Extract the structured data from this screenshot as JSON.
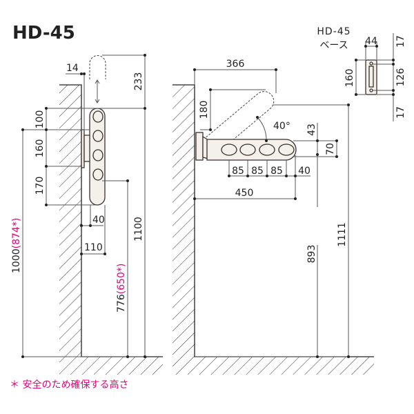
{
  "title": "HD-45",
  "base": {
    "model": "HD-45",
    "label": "ベース",
    "width": "44",
    "height": "160",
    "top_margin": "17",
    "hole_pitch": "126",
    "bottom_margin": "17"
  },
  "side_view": {
    "wall_offset": "14",
    "fold_up": "233",
    "d1": "100",
    "d2": "160",
    "d3": "170",
    "depth_folded": "40",
    "depth_total": "110",
    "total_height": "1100",
    "height_main": "1000",
    "height_safe": "(874*)",
    "lower_height": "776",
    "lower_safe": "(650*)"
  },
  "front_view": {
    "raised_reach": "366",
    "raised_rise": "180",
    "angle": "40°",
    "offset": "43",
    "bar_height": "70",
    "pitches": [
      "85",
      "85",
      "85",
      "40"
    ],
    "length": "450",
    "bar_height_floor": "893",
    "raised_height": "1111"
  },
  "footnote": "＊ 安全のため確保する高さ",
  "colors": {
    "accent": "#e5007f",
    "line": "#555555"
  }
}
